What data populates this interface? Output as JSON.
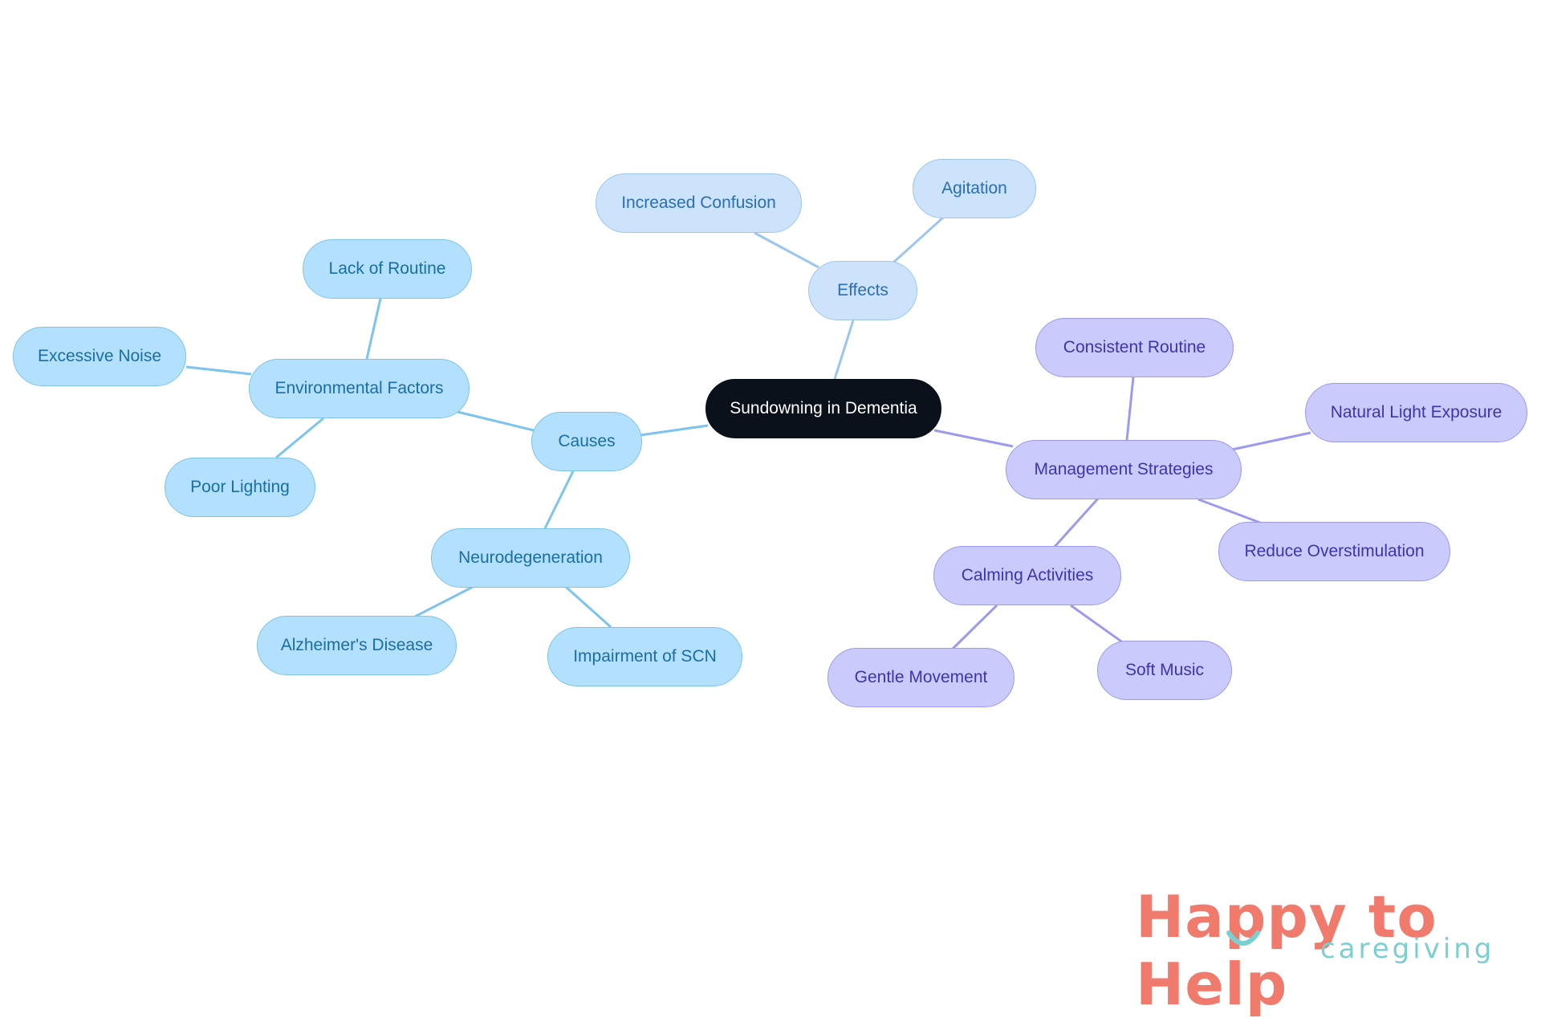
{
  "diagram": {
    "root": "Sundowning in Dementia",
    "branches": {
      "causes": {
        "label": "Causes",
        "environmental": {
          "label": "Environmental Factors",
          "children": [
            "Lack of Routine",
            "Excessive Noise",
            "Poor Lighting"
          ]
        },
        "neuro": {
          "label": "Neurodegeneration",
          "children": [
            "Alzheimer's Disease",
            "Impairment of SCN"
          ]
        }
      },
      "effects": {
        "label": "Effects",
        "children": [
          "Increased Confusion",
          "Agitation"
        ]
      },
      "management": {
        "label": "Management Strategies",
        "children": [
          "Consistent Routine",
          "Natural Light Exposure",
          "Reduce Overstimulation"
        ],
        "calming": {
          "label": "Calming Activities",
          "children": [
            "Gentle Movement",
            "Soft Music"
          ]
        }
      }
    }
  },
  "colors": {
    "root": "#0b111a",
    "causes": "#b3e0fc",
    "effects": "#cce3fb",
    "management": "#cacafc",
    "edge_causes": "#7cc4ee",
    "edge_effects": "#9cc6ef",
    "edge_management": "#9c9aee"
  },
  "logo": {
    "brand": "Happy to Help",
    "sub": "caregiving"
  }
}
